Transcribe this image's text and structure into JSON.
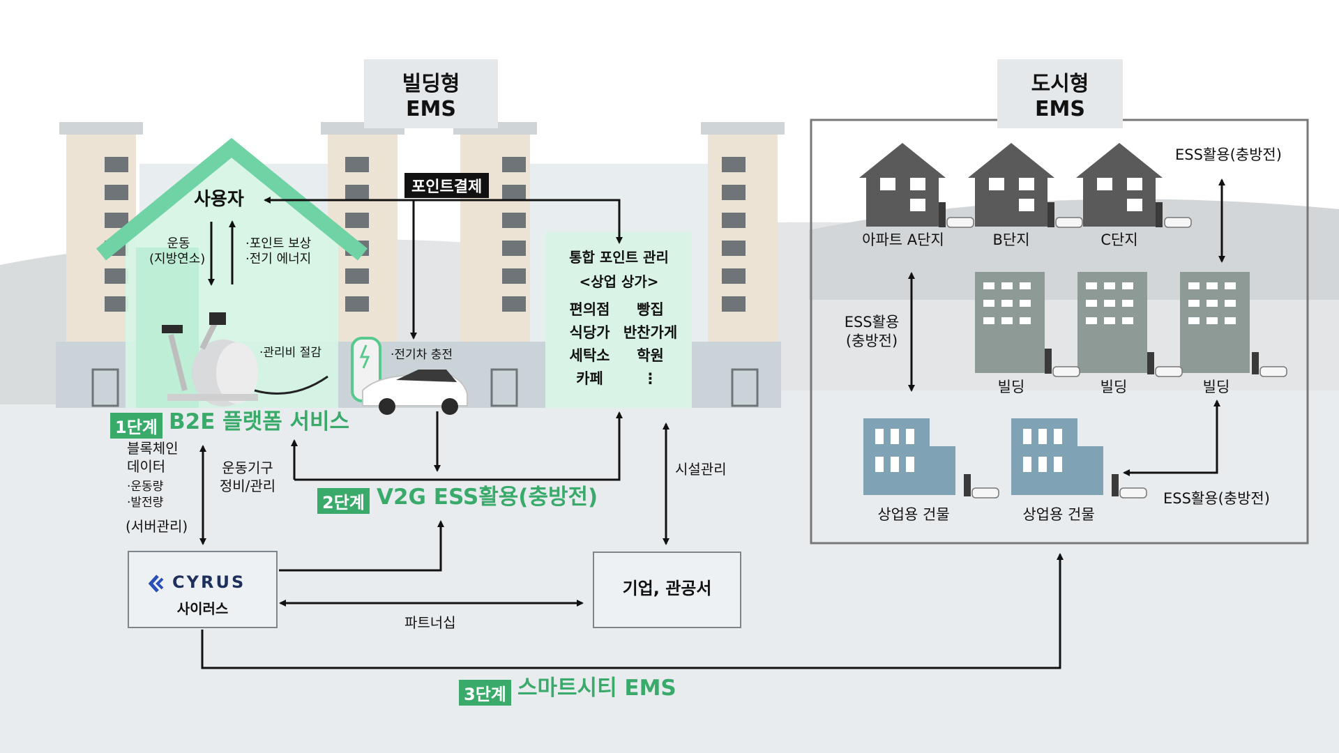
{
  "titles": {
    "building_ems": "빌딩형 EMS",
    "city_ems": "도시형 EMS"
  },
  "user": {
    "label": "사용자",
    "exercise": "운동",
    "exercise_sub": "(지방연소)",
    "point_reward": "·포인트 보상",
    "electric_energy": "·전기 에너지",
    "mgmt_saving": "·관리비 절감"
  },
  "point_payment": "포인트결제",
  "ev_charging": "·전기차 충전",
  "integrated": {
    "title": "통합 포인트 관리",
    "subtitle": "<상업 상가>",
    "shops": [
      "편의점",
      "빵집",
      "식당가",
      "반찬가게",
      "세탁소",
      "학원",
      "카페",
      "⋮"
    ]
  },
  "stages": {
    "stage1_tag": "1단계",
    "stage1": "B2E 플랫폼 서비스",
    "stage2_tag": "2단계",
    "stage2": "V2G ESS활용(충방전)",
    "stage3_tag": "3단계",
    "stage3": "스마트시티 EMS"
  },
  "left_labels": {
    "blockchain": "블록체인",
    "data": "데이터",
    "amount_exercise": "·운동량",
    "amount_power": "·발전량",
    "server": "(서버관리)",
    "maintenance_1": "운동기구",
    "maintenance_2": "정비/관리"
  },
  "cyrus": {
    "logo": "CYRUS",
    "name": "사이러스"
  },
  "partner": "파트너십",
  "facility": "시설관리",
  "company": "기업, 관공서",
  "city": {
    "apartments": [
      "아파트 A단지",
      "B단지",
      "C단지"
    ],
    "buildings": [
      "빌딩",
      "빌딩",
      "빌딩"
    ],
    "commercial": [
      "상업용 건물",
      "상업용 건물"
    ],
    "ess_top": "ESS활용(충방전)",
    "ess_left_1": "ESS활용",
    "ess_left_2": "(충방전)",
    "ess_bottom": "ESS활용(충방전)"
  },
  "colors": {
    "green": "#3aaa6b",
    "house_fill": "#d6f5e5",
    "building": "#e9dccb",
    "city_building": "#8e9a96",
    "commercial": "#7fa3b5",
    "apartment": "#5a5a5a"
  },
  "icons": [
    "cyrus-logo-icon",
    "ev-car-icon",
    "charger-icon",
    "exercise-bike-icon",
    "house-icon",
    "building-icon"
  ]
}
